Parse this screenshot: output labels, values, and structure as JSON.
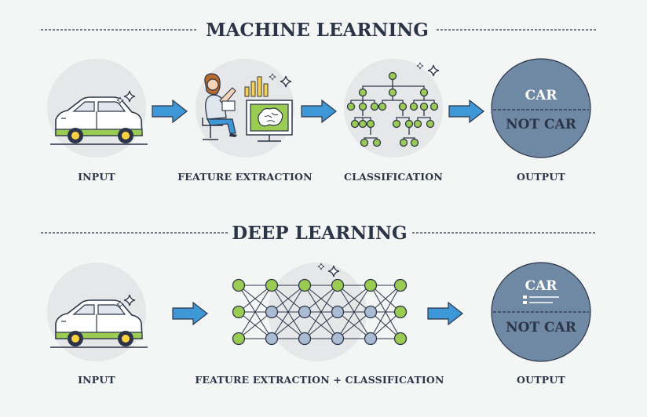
{
  "machine": {
    "title": "MACHINE LEARNING",
    "steps": {
      "input": "INPUT",
      "feature": "FEATURE EXTRACTION",
      "classification": "CLASSIFICATION",
      "output": "OUTPUT"
    },
    "output_labels": {
      "positive": "CAR",
      "negative": "NOT CAR"
    }
  },
  "deep": {
    "title": "DEEP LEARNING",
    "steps": {
      "input": "INPUT",
      "combined": "FEATURE EXTRACTION + CLASSIFICATION",
      "output": "OUTPUT"
    },
    "output_labels": {
      "positive": "CAR",
      "negative": "NOT CAR"
    }
  },
  "colors": {
    "circle": "#e6e7e8",
    "arrow": "#3e97d6",
    "output_circle": "#6f88a3",
    "ink": "#2c3548",
    "green": "#9acb53",
    "node_blue": "#a9bcd3"
  },
  "icons": [
    "car-icon",
    "person-at-computer-icon",
    "tree-icon",
    "neural-network-icon",
    "sparkle-icon",
    "arrow-icon"
  ]
}
